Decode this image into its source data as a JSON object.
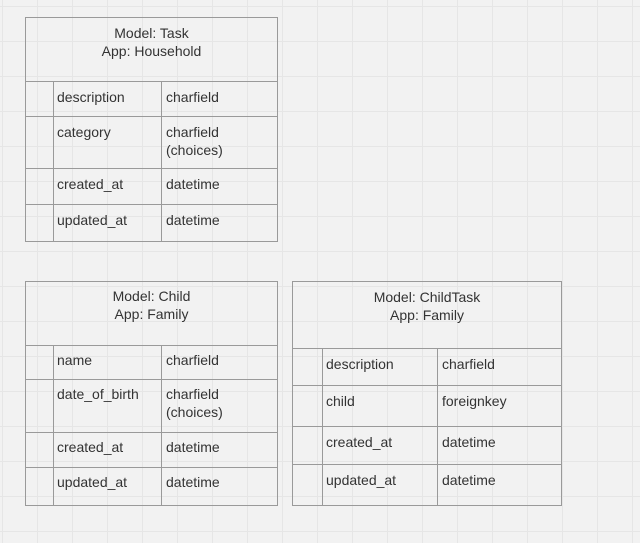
{
  "models": [
    {
      "title": "Model: Task",
      "app": "App: Household",
      "fields": [
        {
          "name": "description",
          "type": "charfield"
        },
        {
          "name": "category",
          "type": "charfield\n(choices)"
        },
        {
          "name": "created_at",
          "type": "datetime"
        },
        {
          "name": "updated_at",
          "type": "datetime"
        }
      ]
    },
    {
      "title": "Model: Child",
      "app": "App: Family",
      "fields": [
        {
          "name": "name",
          "type": "charfield"
        },
        {
          "name": "date_of_birth",
          "type": "charfield\n(choices)"
        },
        {
          "name": "created_at",
          "type": "datetime"
        },
        {
          "name": "updated_at",
          "type": "datetime"
        }
      ]
    },
    {
      "title": "Model: ChildTask",
      "app": "App: Family",
      "fields": [
        {
          "name": "description",
          "type": "charfield"
        },
        {
          "name": "child",
          "type": "foreignkey"
        },
        {
          "name": "created_at",
          "type": "datetime"
        },
        {
          "name": "updated_at",
          "type": "datetime"
        }
      ]
    }
  ]
}
